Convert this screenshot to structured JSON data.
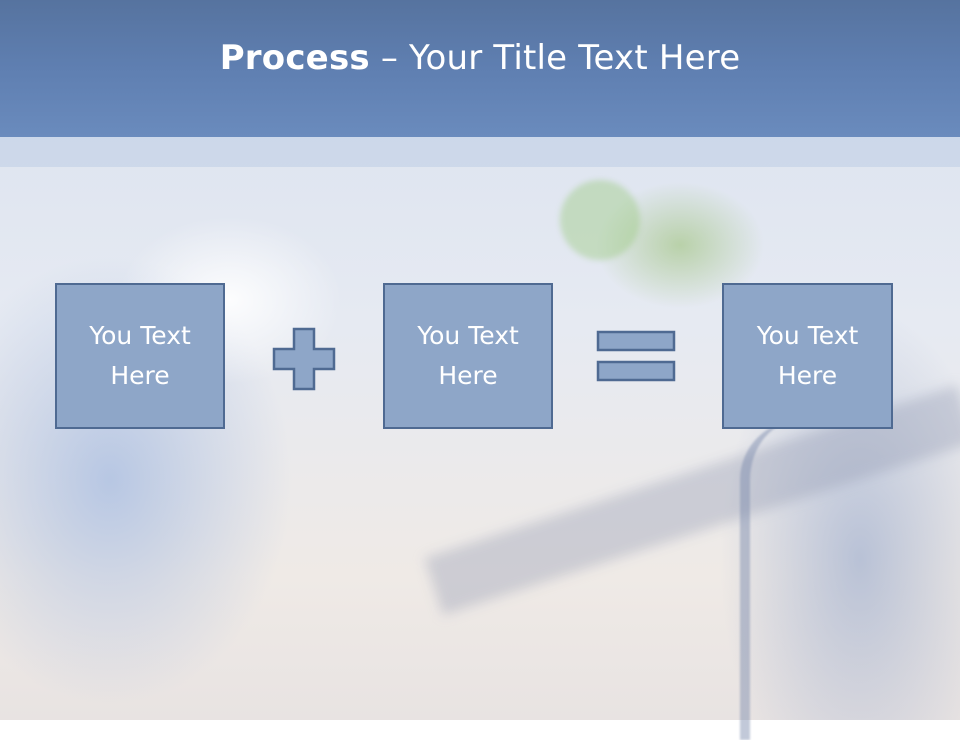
{
  "title": {
    "bold": "Process",
    "rest": " – Your Title Text Here"
  },
  "boxes": [
    {
      "text": "You Text\nHere"
    },
    {
      "text": "You Text\nHere"
    },
    {
      "text": "You Text\nHere"
    }
  ],
  "operators": [
    "plus-icon",
    "equals-icon"
  ],
  "colors": {
    "title_bar": "#5f7fb1",
    "box_fill": "#8ea6c8",
    "box_border": "#4f6a92",
    "text": "#ffffff"
  }
}
